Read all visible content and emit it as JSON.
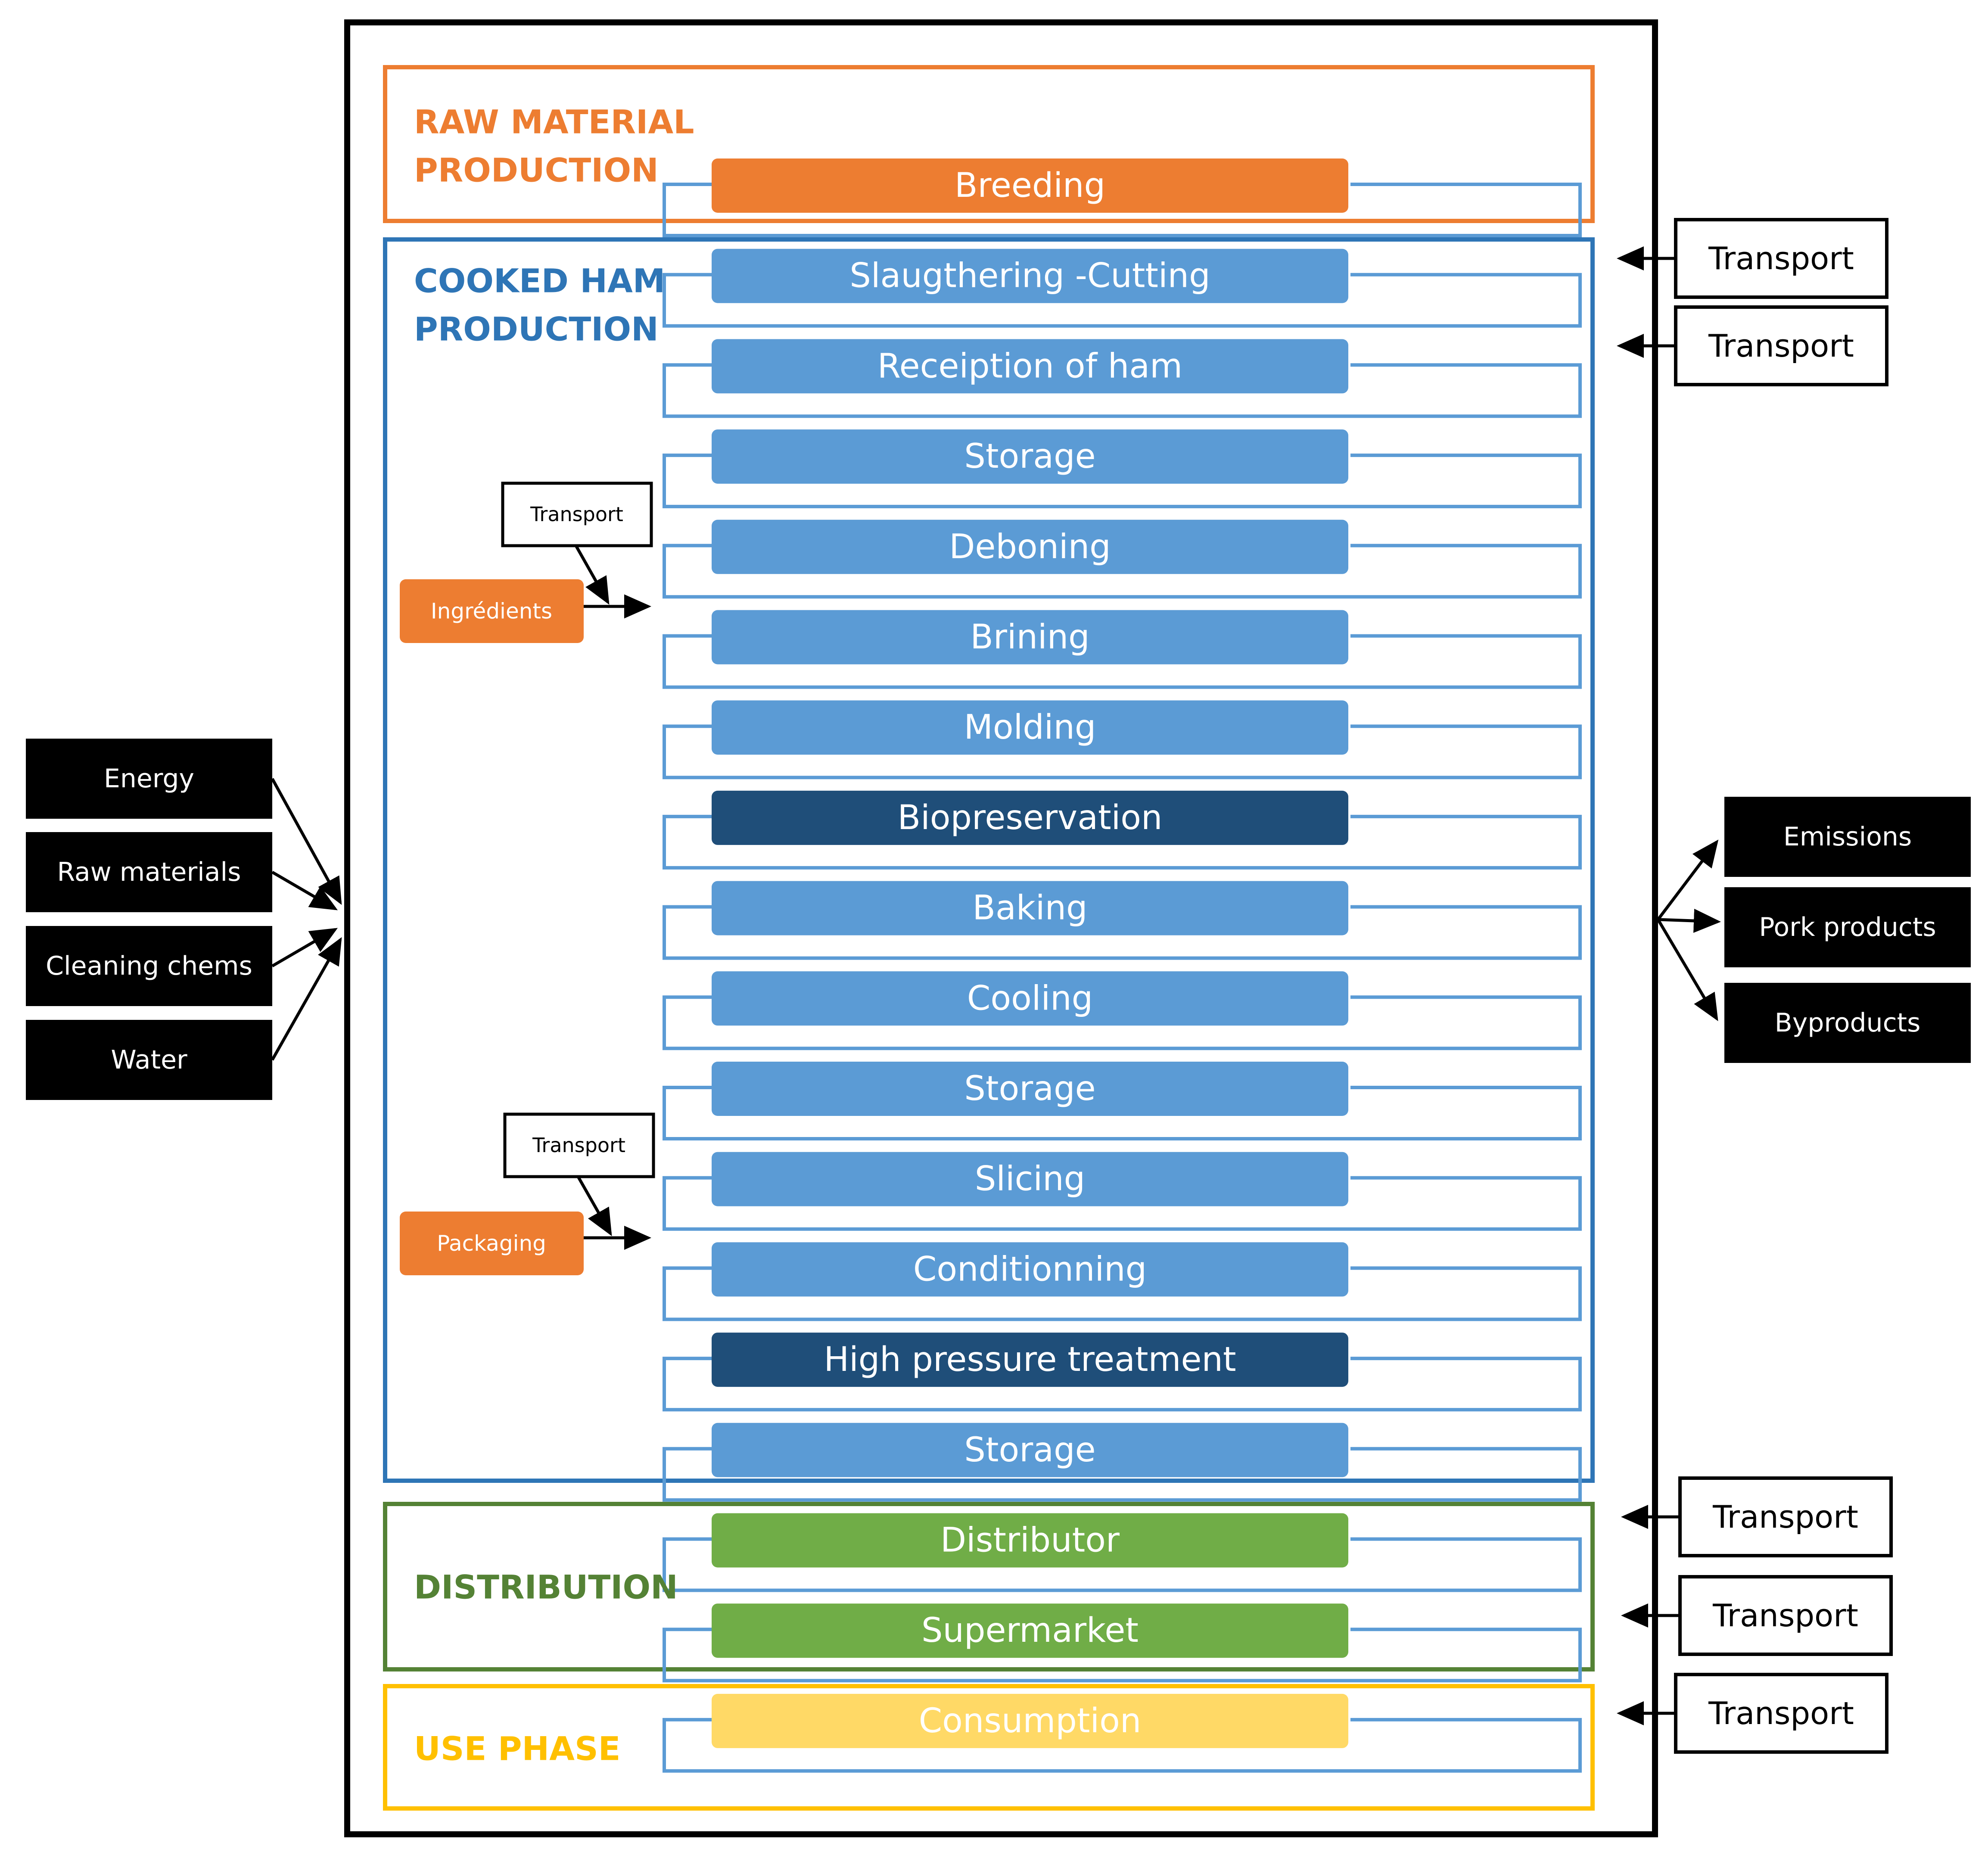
{
  "stages": [
    {
      "id": "raw",
      "title_lines": [
        "RAW MATERIAL",
        "PRODUCTION"
      ],
      "color": "#ED7D31"
    },
    {
      "id": "ham",
      "title_lines": [
        "COOKED HAM",
        "PRODUCTION"
      ],
      "color": "#2E75B6"
    },
    {
      "id": "dist",
      "title_lines": [
        "DISTRIBUTION"
      ],
      "color": "#548235"
    },
    {
      "id": "use",
      "title_lines": [
        "USE PHASE"
      ],
      "color": "#FFC000"
    }
  ],
  "steps": [
    {
      "label": "Breeding",
      "kind": "raw"
    },
    {
      "label": "Slaugthering -Cutting",
      "kind": "process"
    },
    {
      "label": "Receiption of ham",
      "kind": "process"
    },
    {
      "label": "Storage",
      "kind": "process"
    },
    {
      "label": "Deboning",
      "kind": "process"
    },
    {
      "label": "Brining",
      "kind": "process"
    },
    {
      "label": "Molding",
      "kind": "process"
    },
    {
      "label": "Biopreservation",
      "kind": "highlight"
    },
    {
      "label": "Baking",
      "kind": "process"
    },
    {
      "label": "Cooling",
      "kind": "process"
    },
    {
      "label": "Storage",
      "kind": "process"
    },
    {
      "label": "Slicing",
      "kind": "process"
    },
    {
      "label": "Conditionning",
      "kind": "process"
    },
    {
      "label": "High pressure treatment",
      "kind": "highlight"
    },
    {
      "label": "Storage",
      "kind": "process"
    },
    {
      "label": "Distributor",
      "kind": "dist"
    },
    {
      "label": "Supermarket",
      "kind": "dist"
    },
    {
      "label": "Consumption",
      "kind": "use"
    }
  ],
  "step_colors": {
    "raw": "#ED7D31",
    "process": "#5B9BD5",
    "highlight": "#1F4E79",
    "dist": "#70AD47",
    "use": "#FFD966"
  },
  "connector_color": "#5B9BD5",
  "inputs": [
    "Energy",
    "Raw materials",
    "Cleaning chems",
    "Water"
  ],
  "outputs": [
    "Emissions",
    "Pork products",
    "Byproducts"
  ],
  "side_inputs": [
    {
      "label": "Ingrédients",
      "transport_label": "Transport"
    },
    {
      "label": "Packaging",
      "transport_label": "Transport"
    }
  ],
  "transport_label": "Transport",
  "right_transports": [
    "Transport",
    "Transport",
    "Transport",
    "Transport",
    "Transport"
  ]
}
